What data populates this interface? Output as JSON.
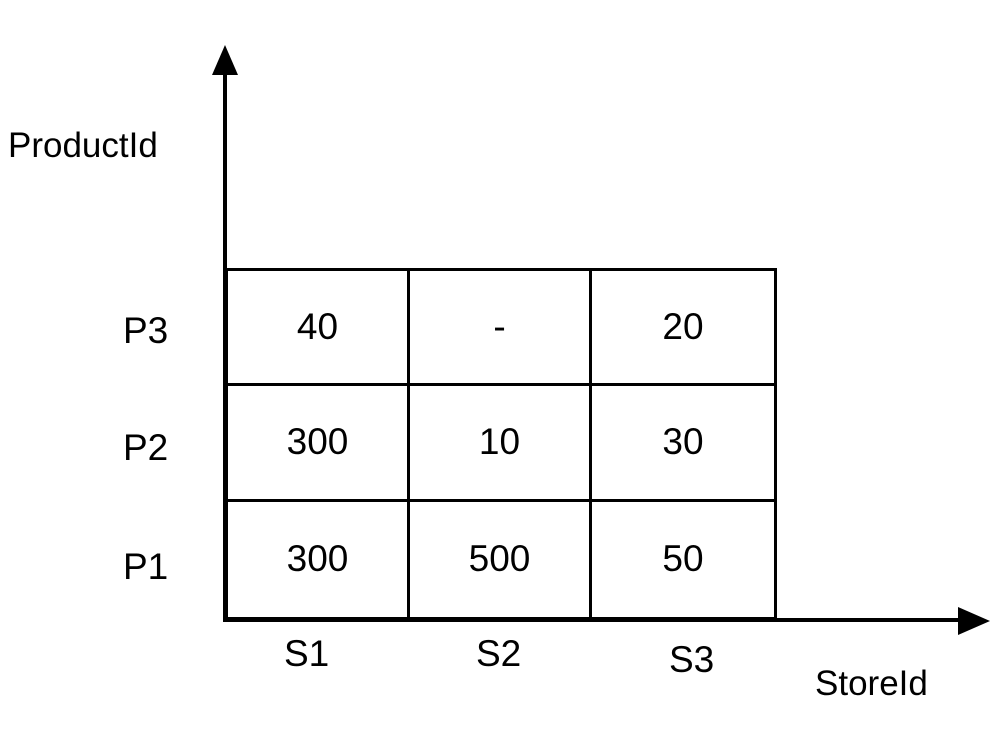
{
  "y_axis_title": "ProductId",
  "x_axis_title": "StoreId",
  "rows": [
    {
      "label": "P3",
      "cells": [
        "40",
        "-",
        "20"
      ]
    },
    {
      "label": "P2",
      "cells": [
        "300",
        "10",
        "30"
      ]
    },
    {
      "label": "P1",
      "cells": [
        "300",
        "500",
        "50"
      ]
    }
  ],
  "columns": [
    "S1",
    "S2",
    "S3"
  ],
  "colors": {
    "line": "#000000",
    "background": "#ffffff"
  }
}
